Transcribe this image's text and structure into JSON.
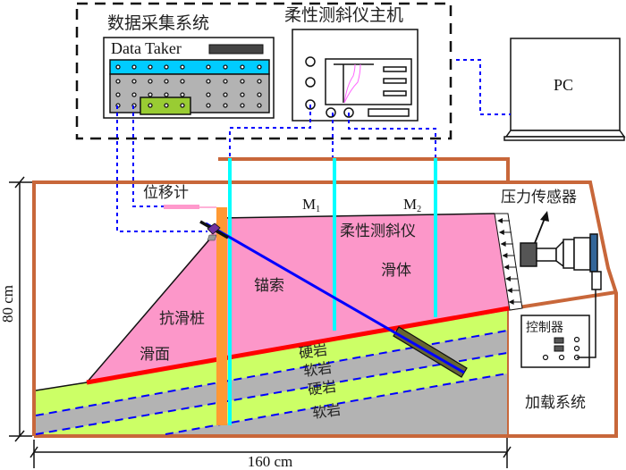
{
  "system": {
    "data_acquisition_title": "数据采集系统",
    "data_taker_label": "Data Taker",
    "inclinometer_host_title": "柔性测斜仪主机",
    "pc_label": "PC"
  },
  "model": {
    "displacement_meter": "位移计",
    "probe_m1": "M",
    "probe_m1_sub": "1",
    "probe_m2": "M",
    "probe_m2_sub": "2",
    "flexible_inclinometer": "柔性测斜仪",
    "sliding_body": "滑体",
    "anchor_cable": "锚索",
    "anti_slide_pile": "抗滑桩",
    "sliding_surface": "滑面",
    "pressure_sensor": "压力传感器",
    "controller": "控制器",
    "loading_system": "加载系统",
    "layers": [
      "硬岩",
      "软岩",
      "硬岩",
      "软岩"
    ]
  },
  "dimensions": {
    "height": "80 cm",
    "width": "160 cm"
  },
  "colors": {
    "frame": "#c8673a",
    "slide_body": "#fc97c9",
    "hard_rock": "#ccff66",
    "soft_rock": "#b3b3b3",
    "slip_surface": "#ff0000",
    "pile": "#ff9933",
    "inclinometer": "#00ffff",
    "anchor": "#0000ff",
    "cable": "#0000ff",
    "panel_blue": "#00ccff",
    "panel_green": "#99cc33"
  }
}
